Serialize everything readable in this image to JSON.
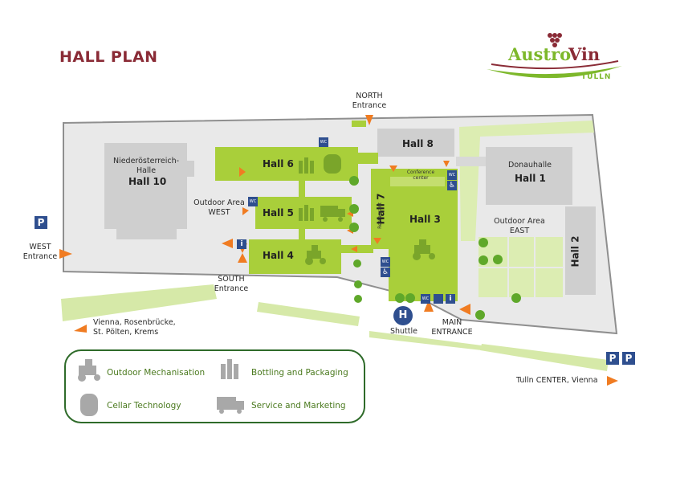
{
  "title": "HALL PLAN",
  "logo": {
    "part1": "Austro",
    "part2": "Vin",
    "sub": "TULLN"
  },
  "halls": {
    "hall1_name": "Donauhalle",
    "hall1": "Hall 1",
    "hall2": "Hall 2",
    "hall3": "Hall 3",
    "hall4": "Hall 4",
    "hall5": "Hall 5",
    "hall6": "Hall 6",
    "hall7": "Hall 7",
    "hall8": "Hall 8",
    "hall10_name_1": "Niederösterreich-",
    "hall10_name_2": "Halle",
    "hall10": "Hall 10"
  },
  "areas": {
    "restaurant": "Restaurant",
    "conference_1": "Conference",
    "conference_2": "center",
    "outdoor_west_1": "Outdoor Area",
    "outdoor_west_2": "WEST",
    "outdoor_east_1": "Outdoor Area",
    "outdoor_east_2": "EAST"
  },
  "entrances": {
    "north_1": "NORTH",
    "north_2": "Entrance",
    "west_1": "WEST",
    "west_2": "Entrance",
    "south_1": "SOUTH",
    "south_2": "Entrance",
    "main_1": "MAIN",
    "main_2": "ENTRANCE"
  },
  "directions": {
    "vienna_1": "Vienna, Rosenbrücke,",
    "vienna_2": "St. Pölten, Krems",
    "tulln": "Tulln CENTER, Vienna"
  },
  "shuttle": {
    "label": "Shuttle",
    "symbol": "H"
  },
  "symbols": {
    "parking": "P",
    "wc": "WC",
    "info": "i"
  },
  "legend": {
    "outdoor": "Outdoor Mechanisation",
    "bottling": "Bottling and Packaging",
    "cellar": "Cellar Technology",
    "service": "Service and Marketing"
  },
  "colors": {
    "title": "#8a2b36",
    "hall_green": "#a9cf3a",
    "hall_gray": "#cfcfcf",
    "site_gray": "#e9e9e9",
    "arrow": "#f07c22",
    "sign_blue": "#2f4f8f",
    "legend_green": "#4b7a1f"
  }
}
